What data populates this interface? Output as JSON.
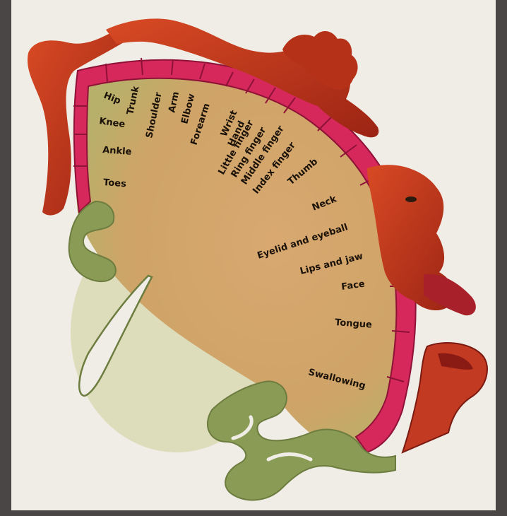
{
  "colors": {
    "frame": "#4a4646",
    "paper": "#efede6",
    "cortex": "#d5a66f",
    "motor_strip": "#d6285a",
    "white_matter": "#8a9b55",
    "flesh": "#c84022"
  },
  "labels": {
    "hip": "Hip",
    "trunk": "Trunk",
    "knee": "Knee",
    "shoulder": "Shoulder",
    "arm": "Arm",
    "elbow": "Elbow",
    "forearm": "Forearm",
    "ankle": "Ankle",
    "wrist": "Wrist",
    "hand": "Hand",
    "little_finger": "Little finger",
    "ring_finger": "Ring finger",
    "middle_finger": "Middle finger",
    "index_finger": "Index finger",
    "toes": "Toes",
    "thumb": "Thumb",
    "neck": "Neck",
    "eyelid_eyeball": "Eyelid and eyeball",
    "lips_jaw": "Lips and jaw",
    "face": "Face",
    "tongue": "Tongue",
    "swallowing": "Swallowing"
  }
}
